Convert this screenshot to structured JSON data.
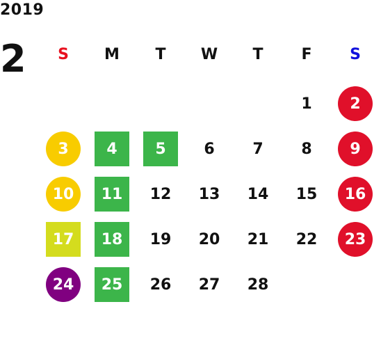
{
  "calendar": {
    "year": "2019",
    "month": "2",
    "weekdays": [
      {
        "label": "S",
        "color": "#e8101e"
      },
      {
        "label": "M",
        "color": "#111111"
      },
      {
        "label": "T",
        "color": "#111111"
      },
      {
        "label": "W",
        "color": "#111111"
      },
      {
        "label": "T",
        "color": "#111111"
      },
      {
        "label": "F",
        "color": "#111111"
      },
      {
        "label": "S",
        "color": "#1010dd"
      }
    ],
    "colors": {
      "red": "#e0102a",
      "yellow": "#f8cc00",
      "green": "#3cb54a",
      "lime": "#d4dc1e",
      "purple": "#800080"
    },
    "days": [
      {
        "label": "1",
        "style": "none"
      },
      {
        "label": "2",
        "style": "circle",
        "color": "#e0102a"
      },
      {
        "label": "3",
        "style": "circle",
        "color": "#f8cc00"
      },
      {
        "label": "4",
        "style": "square",
        "color": "#3cb54a"
      },
      {
        "label": "5",
        "style": "square",
        "color": "#3cb54a"
      },
      {
        "label": "6",
        "style": "none"
      },
      {
        "label": "7",
        "style": "none"
      },
      {
        "label": "8",
        "style": "none"
      },
      {
        "label": "9",
        "style": "circle",
        "color": "#e0102a"
      },
      {
        "label": "10",
        "style": "circle",
        "color": "#f8cc00"
      },
      {
        "label": "11",
        "style": "square",
        "color": "#3cb54a"
      },
      {
        "label": "12",
        "style": "none"
      },
      {
        "label": "13",
        "style": "none"
      },
      {
        "label": "14",
        "style": "none"
      },
      {
        "label": "15",
        "style": "none"
      },
      {
        "label": "16",
        "style": "circle",
        "color": "#e0102a"
      },
      {
        "label": "17",
        "style": "square",
        "color": "#d4dc1e"
      },
      {
        "label": "18",
        "style": "square",
        "color": "#3cb54a"
      },
      {
        "label": "19",
        "style": "none"
      },
      {
        "label": "20",
        "style": "none"
      },
      {
        "label": "21",
        "style": "none"
      },
      {
        "label": "22",
        "style": "none"
      },
      {
        "label": "23",
        "style": "circle",
        "color": "#e0102a"
      },
      {
        "label": "24",
        "style": "circle",
        "color": "#800080"
      },
      {
        "label": "25",
        "style": "square",
        "color": "#3cb54a"
      },
      {
        "label": "26",
        "style": "none"
      },
      {
        "label": "27",
        "style": "none"
      },
      {
        "label": "28",
        "style": "none"
      }
    ]
  }
}
